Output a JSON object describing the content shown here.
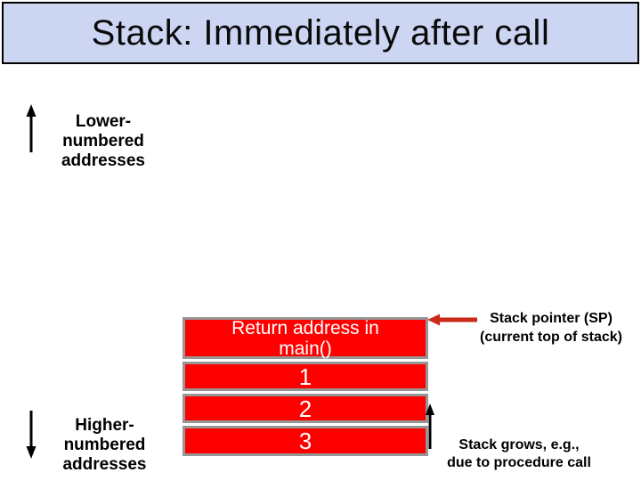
{
  "slide": {
    "title": "Stack: Immediately after call",
    "colors": {
      "title_bg": "#ccd5f2",
      "box_red": "#ff0000",
      "box_border": "#969696",
      "pointer_arrow_red": "#cc2a18"
    },
    "labels": {
      "lower_addresses": {
        "line1": "Lower-numbered",
        "line2": "addresses"
      },
      "higher_addresses": {
        "line1": "Higher-numbered",
        "line2": "addresses"
      }
    },
    "stack": {
      "return_box": {
        "line1": "Return address in",
        "line2": "main()"
      },
      "boxes": [
        {
          "label": "1"
        },
        {
          "label": "2"
        },
        {
          "label": "3"
        }
      ]
    },
    "annotations": {
      "stack_pointer": {
        "line1": "Stack pointer (SP)",
        "line2": "(current top of stack)"
      },
      "stack_grows": {
        "line1": "Stack grows, e.g.,",
        "line2": "due to procedure call"
      }
    }
  }
}
